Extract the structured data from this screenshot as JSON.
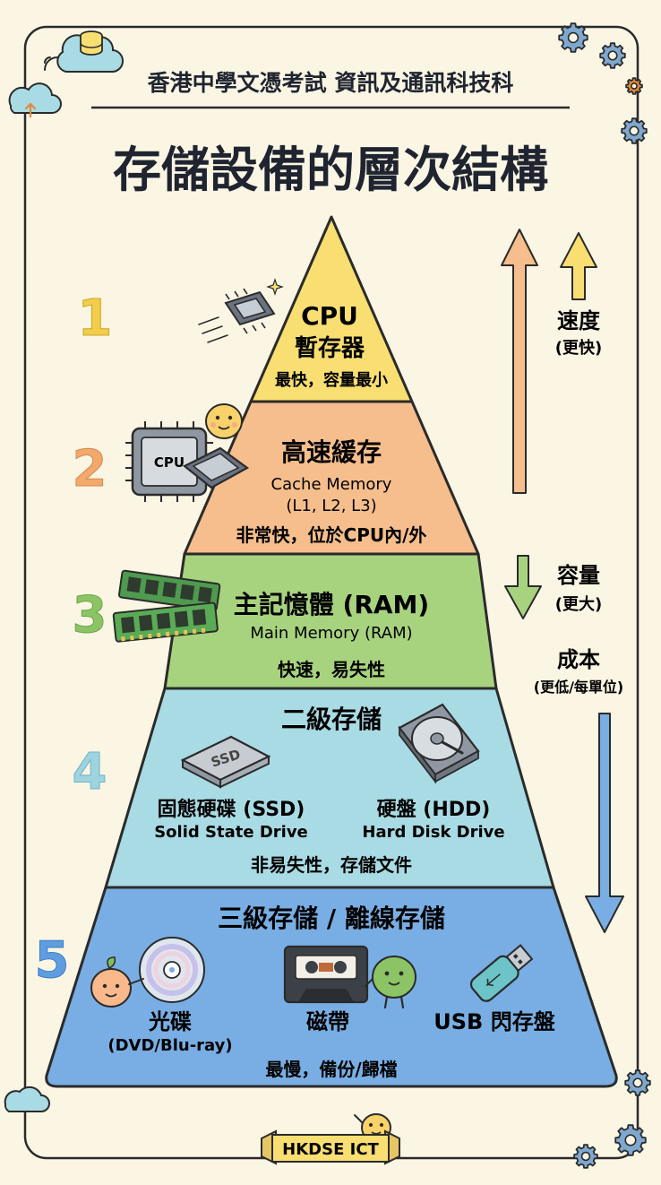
{
  "header": {
    "subtitle": "香港中學文憑考試 資訊及通訊科技科",
    "title": "存儲設備的層次結構"
  },
  "colors": {
    "background": "#fbf6e4",
    "level1": "#f9df72",
    "level2": "#f6be8c",
    "level3": "#a8d37e",
    "level4": "#a9dbe4",
    "level5": "#78aee3",
    "outline": "#2b2b2b"
  },
  "levels": [
    {
      "number": "1",
      "name": "CPU",
      "name_line2": "暫存器",
      "desc": "最快，容量最小",
      "icon": "microchip-icon"
    },
    {
      "number": "2",
      "name": "高速緩存",
      "english": "Cache Memory",
      "english_line2": "(L1, L2, L3)",
      "desc": "非常快，位於CPU內/外",
      "chip_label": "CPU",
      "icon": "cpu-chip-icon"
    },
    {
      "number": "3",
      "name": "主記憶體 (RAM)",
      "english": "Main Memory (RAM)",
      "desc": "快速，易失性",
      "icon": "ram-stick-icon"
    },
    {
      "number": "4",
      "name": "二級存儲",
      "devices": [
        {
          "name": "固態硬碟 (SSD)",
          "english": "Solid State Drive",
          "icon_label": "SSD",
          "icon": "ssd-icon"
        },
        {
          "name": "硬盤 (HDD)",
          "english": "Hard Disk Drive",
          "icon": "hard-disk-icon"
        }
      ],
      "desc": "非易失性，存儲文件"
    },
    {
      "number": "5",
      "name": "三級存儲 / 離線存儲",
      "devices": [
        {
          "name": "光碟",
          "english": "(DVD/Blu-ray)",
          "icon": "optical-disc-icon"
        },
        {
          "name": "磁帶",
          "icon": "cassette-tape-icon"
        },
        {
          "name": "USB 閃存盤",
          "icon": "usb-drive-icon"
        }
      ],
      "desc": "最慢，備份/歸檔"
    }
  ],
  "indicators": {
    "speed": {
      "label": "速度",
      "sub": "(更快)"
    },
    "capacity": {
      "label": "容量",
      "sub": "(更大)"
    },
    "cost": {
      "label": "成本",
      "sub": "(更低/每單位)"
    }
  },
  "footer": {
    "badge": "HKDSE ICT"
  }
}
